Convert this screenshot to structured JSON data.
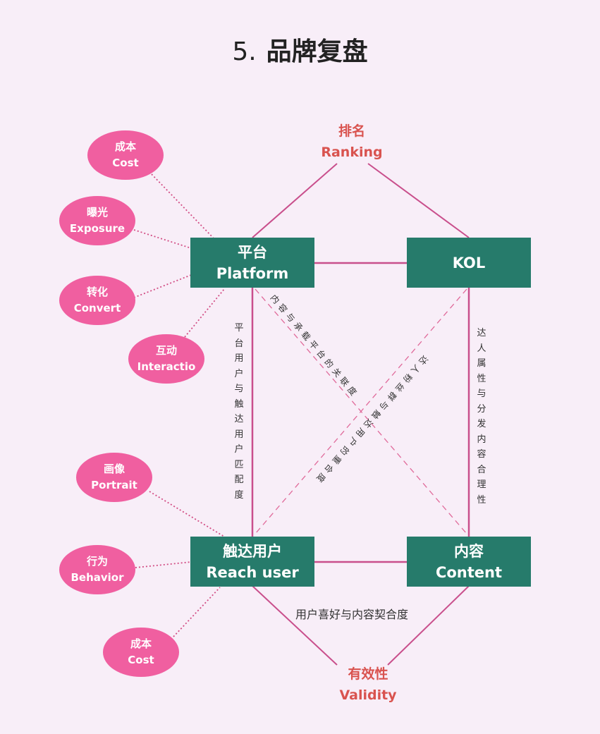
{
  "title": {
    "number": "5.",
    "text": "品牌复盘"
  },
  "colors": {
    "background": "#f8eef8",
    "box": "#267b6b",
    "bubble": "#f05fa0",
    "line": "#c94f8c",
    "accent_text": "#d9534f"
  },
  "nodes": {
    "platform": {
      "cn": "平台",
      "en": "Platform"
    },
    "kol": {
      "cn": "",
      "en": "KOL"
    },
    "reach": {
      "cn": "触达用户",
      "en": "Reach user"
    },
    "content": {
      "cn": "内容",
      "en": "Content"
    }
  },
  "endpoints": {
    "ranking": {
      "cn": "排名",
      "en": "Ranking"
    },
    "validity": {
      "cn": "有效性",
      "en": "Validity"
    }
  },
  "bubbles": {
    "cost_top": {
      "cn": "成本",
      "en": "Cost"
    },
    "exposure": {
      "cn": "曝光",
      "en": "Exposure"
    },
    "convert": {
      "cn": "转化",
      "en": "Convert"
    },
    "interaction": {
      "cn": "互动",
      "en": "Interactio"
    },
    "portrait": {
      "cn": "画像",
      "en": "Portrait"
    },
    "behavior": {
      "cn": "行为",
      "en": "Behavior"
    },
    "cost_bottom": {
      "cn": "成本",
      "en": "Cost"
    }
  },
  "edge_labels": {
    "platform_reach": "平台用户与触达用户匹配度",
    "kol_content": "达人属性与分发内容合理性",
    "platform_content": "内容与承载平台的关联度",
    "kol_reach": "达人粉丝群与触达用户的重合度",
    "reach_content": "用户喜好与内容契合度"
  }
}
